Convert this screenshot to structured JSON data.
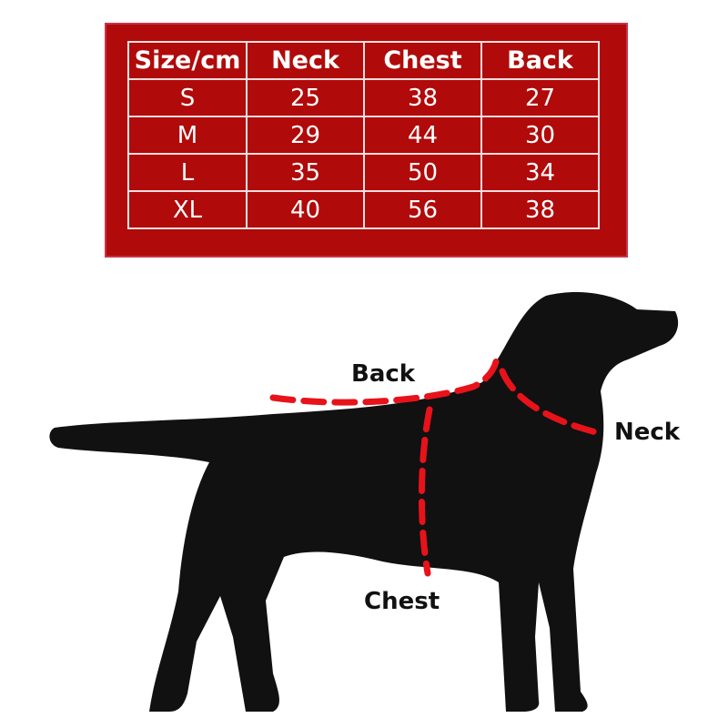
{
  "size_table": {
    "headers": [
      "Size/cm",
      "Neck",
      "Chest",
      "Back"
    ],
    "rows": [
      [
        "S",
        "25",
        "38",
        "27"
      ],
      [
        "M",
        "29",
        "44",
        "30"
      ],
      [
        "L",
        "35",
        "50",
        "34"
      ],
      [
        "XL",
        "40",
        "56",
        "38"
      ]
    ]
  },
  "diagram": {
    "back_label": "Back",
    "neck_label": "Neck",
    "chest_label": "Chest"
  },
  "colors": {
    "table_bg": "#b10a0a",
    "dash": "#e8121a",
    "dog": "#111111"
  }
}
